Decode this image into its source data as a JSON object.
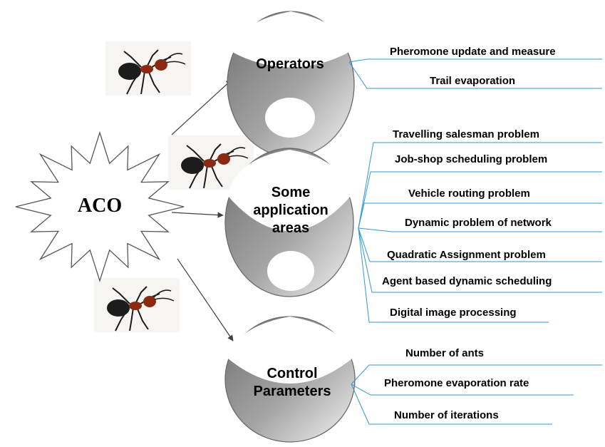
{
  "center": {
    "label": "ACO"
  },
  "categories": [
    {
      "id": "operators",
      "title_lines": [
        "Operators"
      ],
      "items": [
        "Pheromone update and measure",
        "Trail evaporation"
      ]
    },
    {
      "id": "application-areas",
      "title_lines": [
        "Some",
        "application",
        "areas"
      ],
      "items": [
        "Travelling salesman problem",
        "Job-shop scheduling problem",
        "Vehicle routing problem",
        "Dynamic problem of network",
        "Quadratic Assignment problem",
        "Agent based dynamic scheduling",
        "Digital image processing"
      ]
    },
    {
      "id": "control-parameters",
      "title_lines": [
        "Control",
        "Parameters"
      ],
      "items": [
        "Number of ants",
        "Pheromone evaporation rate",
        "Number of iterations"
      ]
    }
  ],
  "colors": {
    "accent_line": "#2e9ad0",
    "arrow": "#404040",
    "sphere_dark": "#6f6f6f",
    "sphere_light": "#f2f2f2",
    "ant_body": "#1c1c1c",
    "ant_head": "#8a2a12"
  },
  "icons": [
    "ant-photo-icon",
    "ant-photo-icon",
    "ant-photo-icon"
  ]
}
